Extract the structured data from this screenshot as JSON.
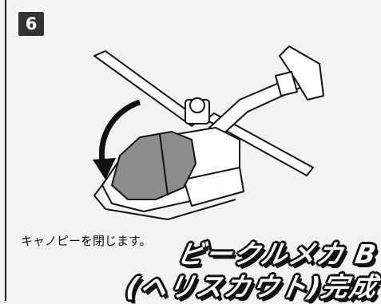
{
  "step": {
    "number": "6"
  },
  "instruction": "キャノピーを閉じます。",
  "title": {
    "line1": "ビークルメカ B",
    "line2": "(ヘリスカウト)完成"
  }
}
